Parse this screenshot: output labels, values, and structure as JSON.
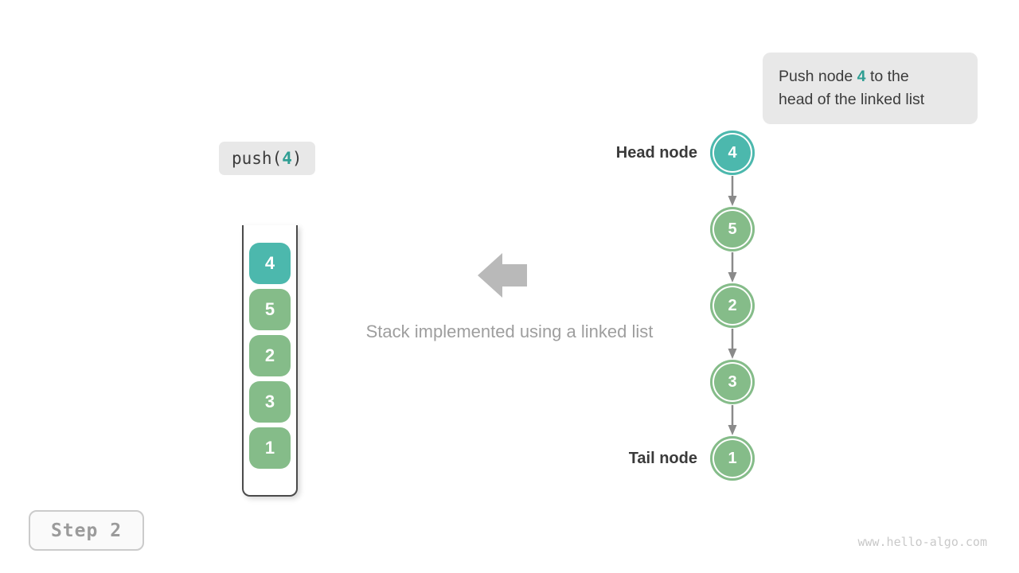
{
  "colors": {
    "teal": "#4cb8ad",
    "tealDark": "#2f9e93",
    "green": "#85bc89",
    "darkText": "#3c3c3c",
    "grayText": "#9e9e9e",
    "boxBg": "#e8e8e8",
    "bigArrow": "#b9b9b9",
    "linkArrow": "#8a8a8a",
    "wall": "#4a4a4a",
    "stepText": "#9b9b9b",
    "stepBorder": "#cbcbcb",
    "stepBg": "#fafafa",
    "watermark": "#c9c9c9"
  },
  "callout": {
    "line1_prefix": "Push node ",
    "value": "4",
    "line1_suffix": " to the",
    "line2": "head of the linked list"
  },
  "operation": {
    "prefix": "push(",
    "value": "4",
    "suffix": ")"
  },
  "stack": {
    "items": [
      {
        "label": "4",
        "color": "teal"
      },
      {
        "label": "5",
        "color": "green"
      },
      {
        "label": "2",
        "color": "green"
      },
      {
        "label": "3",
        "color": "green"
      },
      {
        "label": "1",
        "color": "green"
      }
    ]
  },
  "caption": {
    "text": "Stack implemented using a linked list"
  },
  "linked_list": {
    "head_label": "Head node",
    "tail_label": "Tail node",
    "nodes": [
      {
        "label": "4",
        "color": "teal"
      },
      {
        "label": "5",
        "color": "green"
      },
      {
        "label": "2",
        "color": "green"
      },
      {
        "label": "3",
        "color": "green"
      },
      {
        "label": "1",
        "color": "green"
      }
    ]
  },
  "step": {
    "label": "Step 2"
  },
  "watermark": {
    "text": "www.hello-algo.com"
  }
}
